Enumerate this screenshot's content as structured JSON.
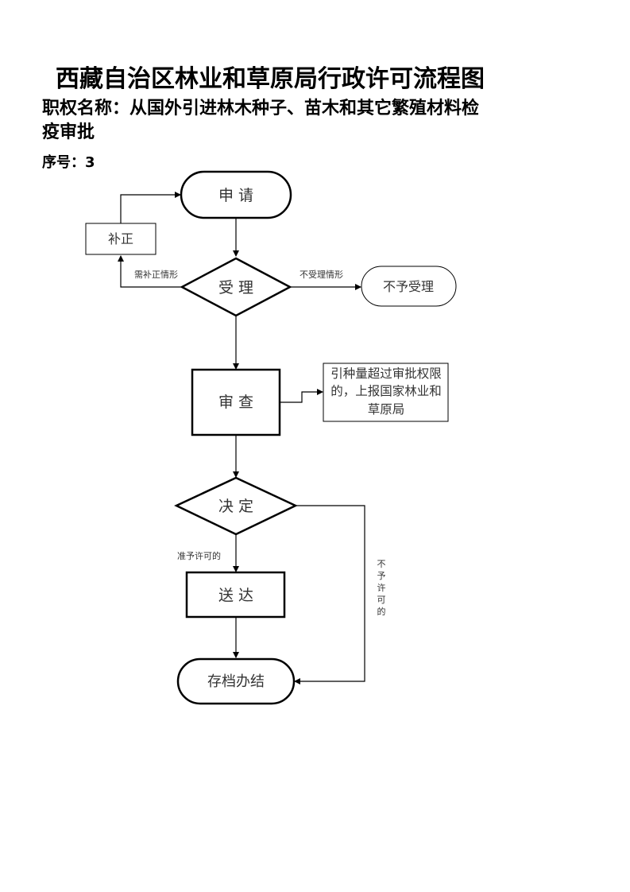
{
  "header": {
    "title": "西藏自治区林业和草原局行政许可流程图",
    "authority_name": "职权名称：从国外引进林木种子、苗木和其它繁殖材料检疫审批",
    "serial": "序号：3"
  },
  "flowchart": {
    "nodes": {
      "apply": "申  请",
      "supplement": "补正",
      "accept": "受  理",
      "reject": "不予受理",
      "review": "审  查",
      "report_line1": "引种量超过审批权限",
      "report_line2": "的，上报国家林业和",
      "report_line3": "草原局",
      "decide": "决  定",
      "deliver": "送  达",
      "archive": "存档办结"
    },
    "edges": {
      "need_supplement": "需补正情形",
      "not_accepted": "不受理情形",
      "approved": "准予许可的",
      "not_approved": [
        "不",
        "予",
        "许",
        "可",
        "的"
      ]
    }
  }
}
